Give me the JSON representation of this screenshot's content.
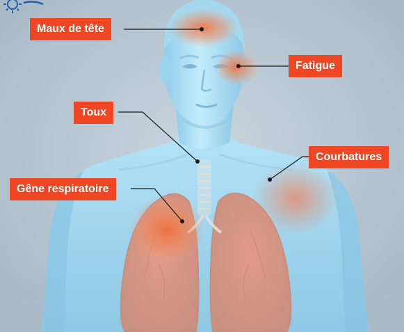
{
  "labels": {
    "headache": "Maux de tête",
    "fatigue": "Fatigue",
    "cough": "Toux",
    "body_aches": "Courbatures",
    "breathing": "Gêne respiratoire"
  },
  "colors": {
    "label_bg": "#ef4723",
    "label_text": "#ffffff",
    "background": "#b3c3cf",
    "skin": "#a9dcf2",
    "lungs": "#d98f82",
    "hotspot": "#f07340"
  },
  "icons": [
    "virus-icon"
  ]
}
